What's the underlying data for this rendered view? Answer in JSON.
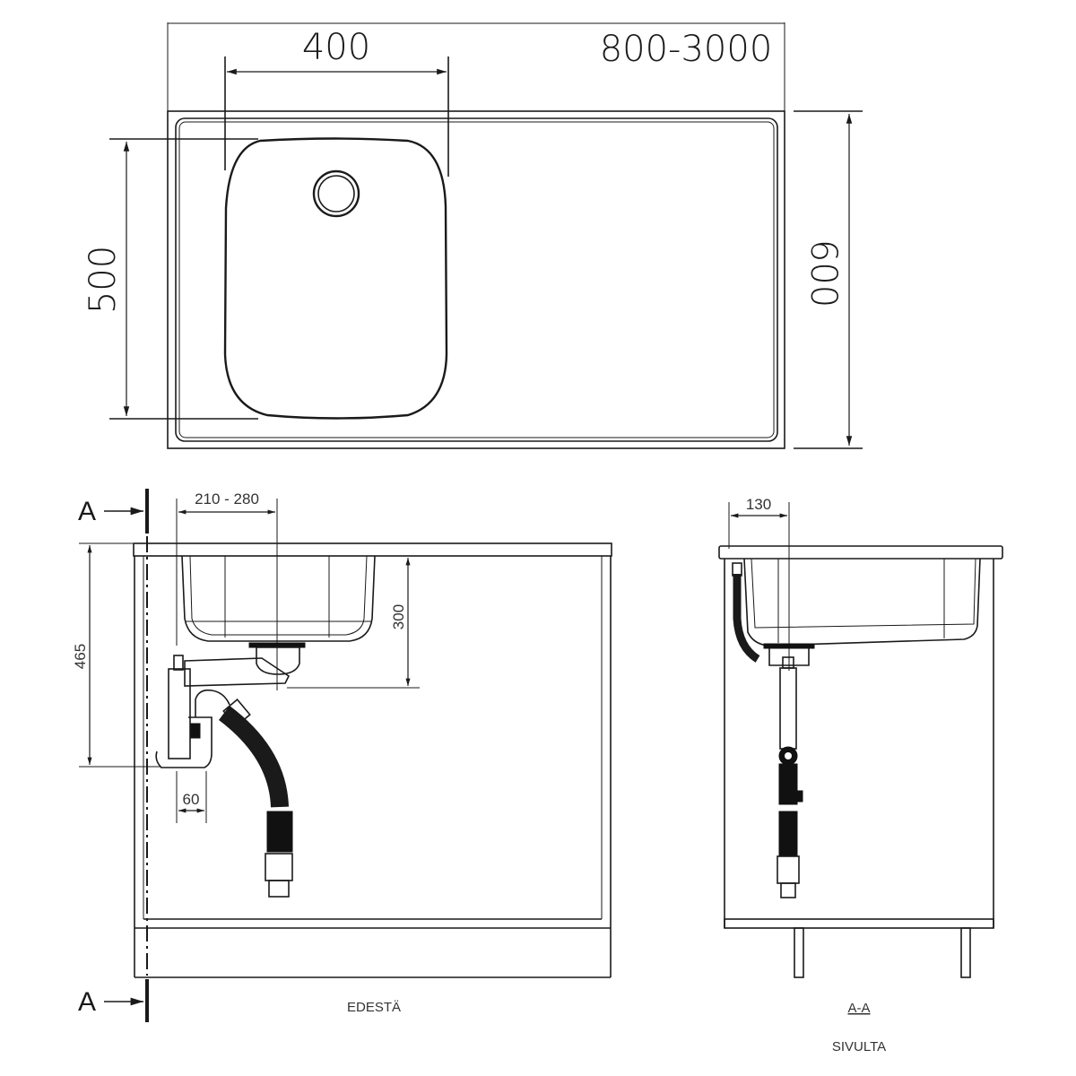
{
  "drawing": {
    "top_view": {
      "width_dimension": "800-3000",
      "bowl_width_dimension": "400",
      "bowl_depth_dimension": "500",
      "total_depth_dimension": "600"
    },
    "front_view": {
      "title": "EDESTÄ",
      "drain_offset_dimension": "210 - 280",
      "bowl_depth_dimension": "300",
      "trap_height_dimension": "465",
      "trap_width_dimension": "60",
      "section_marker_top": "A",
      "section_marker_bottom": "A"
    },
    "side_view": {
      "section_title": "A-A",
      "title": "SIVULTA",
      "drain_offset_dimension": "130"
    },
    "colors": {
      "line": "#1a1a1a",
      "hose": "#111111",
      "hatch": "#9a9a9a",
      "background": "#ffffff"
    }
  }
}
